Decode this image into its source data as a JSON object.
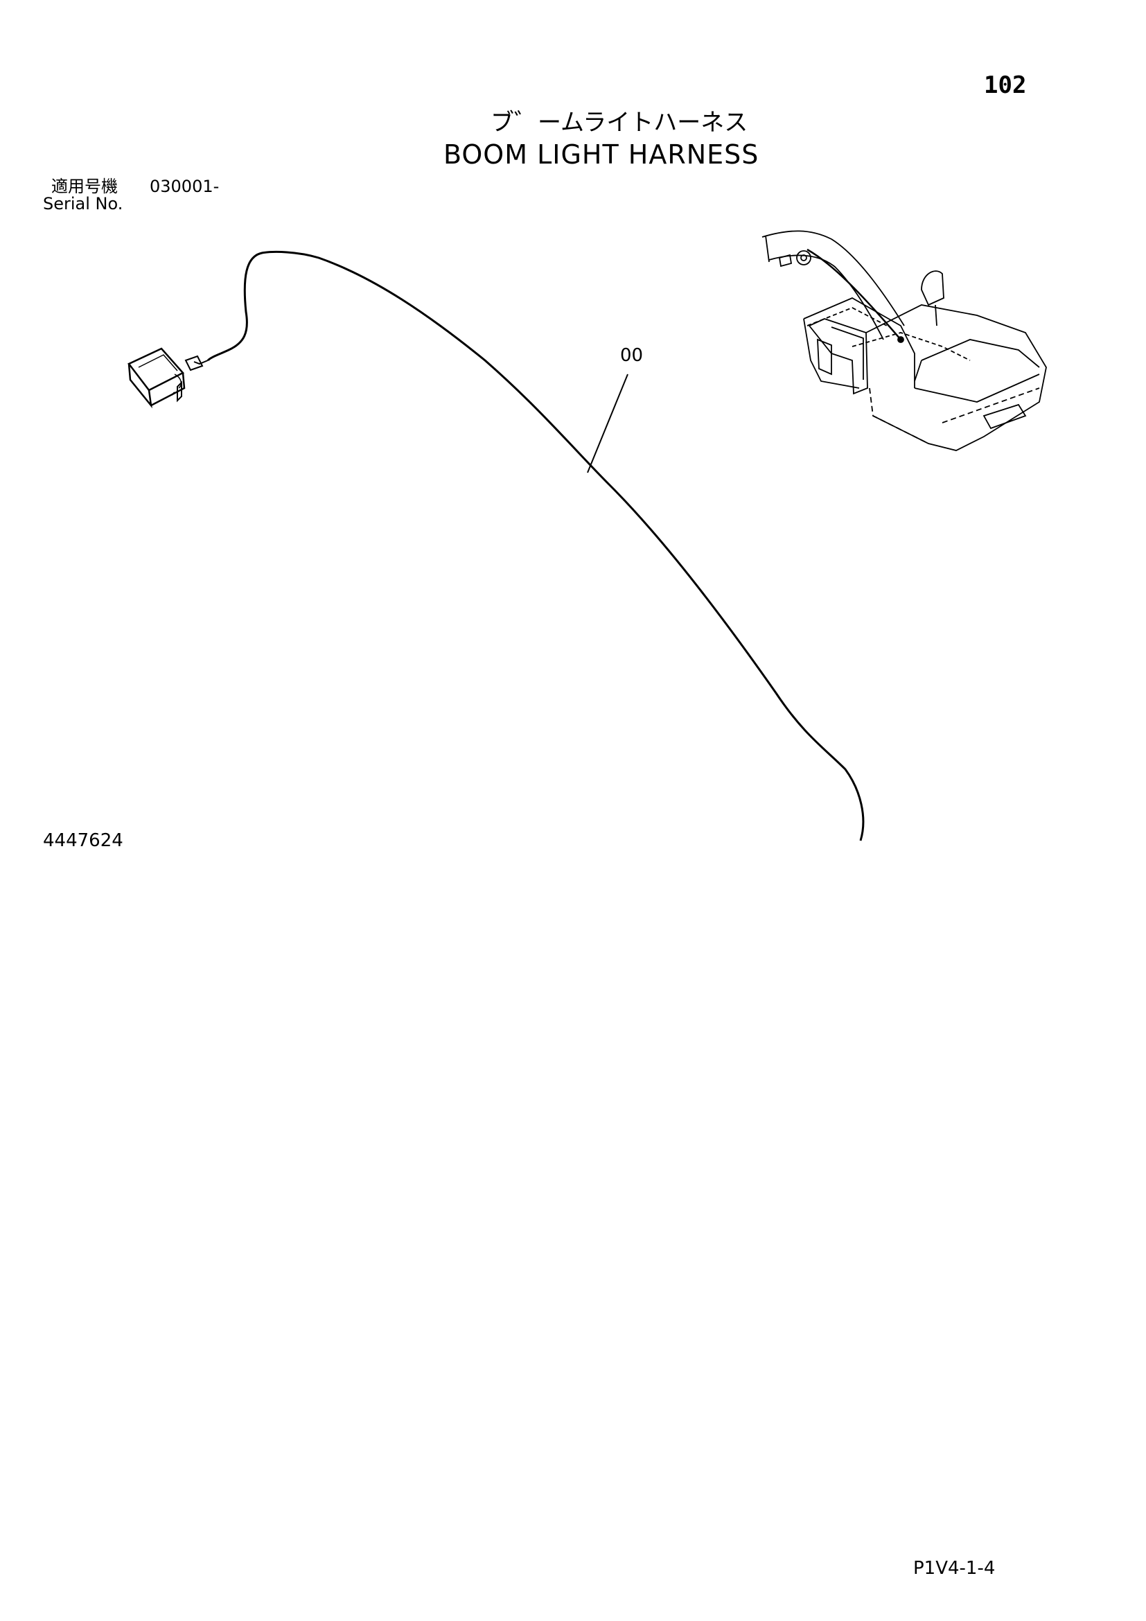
{
  "page": {
    "number": "102",
    "title_jp": "ブ゛ームライトハーネス",
    "title_en": "BOOM LIGHT HARNESS",
    "serial_label_jp": "適用号機",
    "serial_value": "030001-",
    "serial_label_en": "Serial No.",
    "part_code": "4447624",
    "footer_code": "P1V4-1-4"
  },
  "diagram": {
    "callout": "00"
  }
}
